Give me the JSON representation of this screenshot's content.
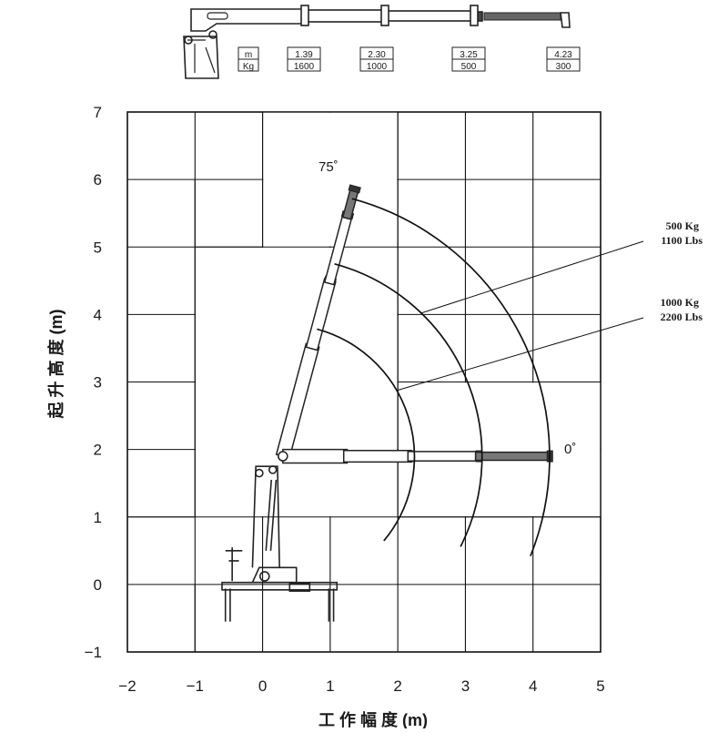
{
  "top_table": {
    "header_units": [
      "m",
      "Kg"
    ],
    "columns": [
      {
        "reach": "1.39",
        "load": "1600"
      },
      {
        "reach": "2.30",
        "load": "1000"
      },
      {
        "reach": "3.25",
        "load": "500"
      },
      {
        "reach": "4.23",
        "load": "300"
      }
    ]
  },
  "chart_data": {
    "type": "load-chart",
    "xlabel": "工 作 幅 度 (m)",
    "ylabel": "起 升 高 度 (m)",
    "x_ticks": [
      "−2",
      "−1",
      "0",
      "1",
      "2",
      "3",
      "4",
      "5"
    ],
    "y_ticks": [
      "7",
      "6",
      "5",
      "4",
      "3",
      "2",
      "1",
      "0",
      "−1"
    ],
    "xlim": [
      -2,
      5
    ],
    "ylim": [
      -1,
      7
    ],
    "angle_labels": {
      "max": "75˚",
      "min": "0˚"
    },
    "boom_pivot": [
      0.3,
      1.9
    ],
    "boom_positions": [
      {
        "angle_deg": 75,
        "reaches": [
          0.3,
          0.65,
          1.0,
          1.2
        ]
      },
      {
        "angle_deg": 0,
        "reaches": [
          1.25,
          2.2,
          3.2,
          4.25
        ]
      }
    ],
    "arcs": [
      {
        "radius_m": 1.95,
        "from_deg": 75,
        "to_deg": -40
      },
      {
        "radius_m": 2.95,
        "from_deg": 75,
        "to_deg": -27
      },
      {
        "radius_m": 3.95,
        "from_deg": 75,
        "to_deg": -22
      }
    ],
    "annotations": [
      {
        "line1": "500 Kg",
        "line2": "1100 Lbs",
        "arc_index": 1,
        "at_deg": 46
      },
      {
        "line1": "1000 Kg",
        "line2": "2200 Lbs",
        "arc_index": 0,
        "at_deg": 30
      }
    ],
    "grid": true,
    "shaded_cells": [
      {
        "x": [
          -1,
          0
        ],
        "y": [
          1,
          6
        ]
      },
      {
        "x": [
          0,
          2
        ],
        "y": [
          5,
          7
        ]
      },
      {
        "x": [
          2,
          5
        ],
        "y": [
          1,
          3
        ]
      },
      {
        "x": [
          2,
          5
        ],
        "y": [
          3,
          7
        ]
      }
    ]
  }
}
